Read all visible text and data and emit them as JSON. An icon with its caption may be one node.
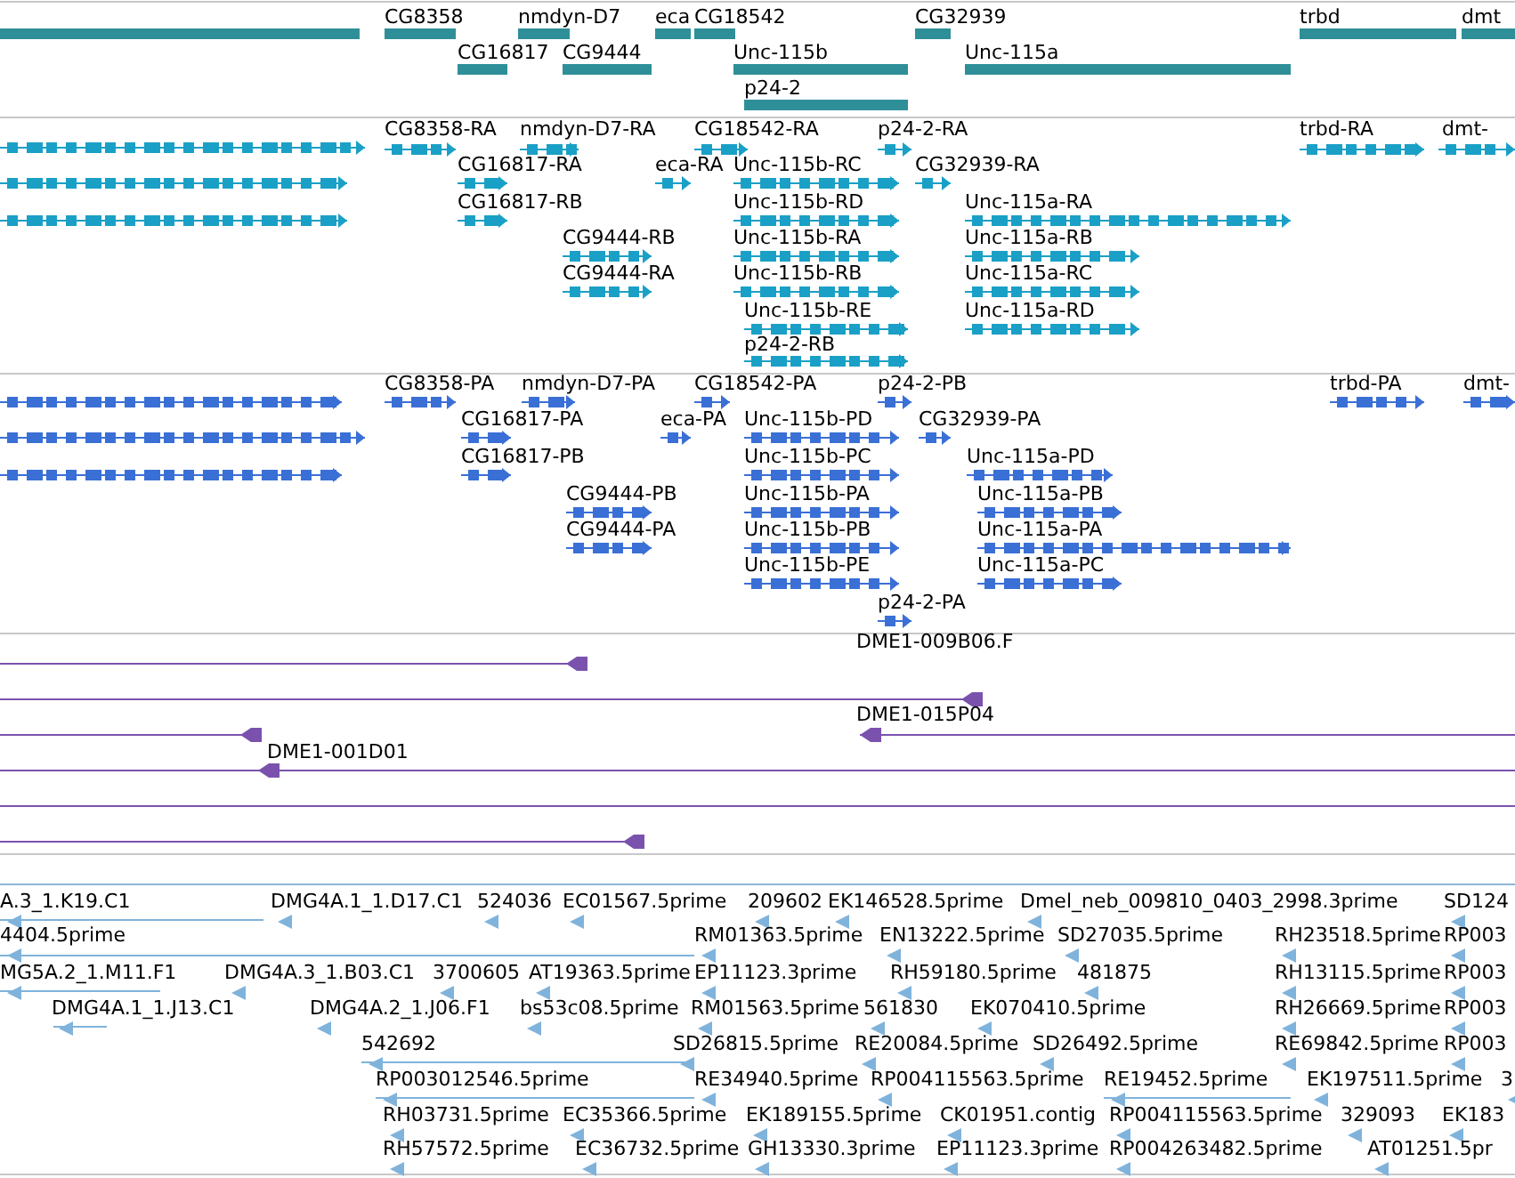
{
  "diagram": {
    "labels": [
      "CG8358",
      "nmdyn-D7",
      "eca",
      "CG18542",
      "CG32939",
      "trbd",
      "dmt",
      "CG16817",
      "CG9444",
      "Unc-115b",
      "Unc-115a",
      "p24-2",
      "CG8358-RA",
      "nmdyn-D7-RA",
      "CG18542-RA",
      "p24-2-RA",
      "trbd-RA",
      "dmt-",
      "CG16817-RA",
      "eca-RA",
      "Unc-115b-RC",
      "CG32939-RA",
      "CG16817-RB",
      "Unc-115b-RD",
      "Unc-115a-RA",
      "CG9444-RB",
      "Unc-115b-RA",
      "Unc-115a-RB",
      "CG9444-RA",
      "Unc-115b-RB",
      "Unc-115a-RC",
      "Unc-115b-RE",
      "Unc-115a-RD",
      "p24-2-RB",
      "CG8358-PA",
      "nmdyn-D7-PA",
      "CG18542-PA",
      "p24-2-PB",
      "trbd-PA",
      "dmt-",
      "CG16817-PA",
      "eca-PA",
      "Unc-115b-PD",
      "CG32939-PA",
      "CG16817-PB",
      "Unc-115b-PC",
      "Unc-115a-PD",
      "CG9444-PB",
      "Unc-115b-PA",
      "Unc-115a-PB",
      "CG9444-PA",
      "Unc-115b-PB",
      "Unc-115a-PA",
      "Unc-115b-PE",
      "Unc-115a-PC",
      "p24-2-PA",
      "DME1-009B06.F",
      "DME1-015P04",
      "DME1-001D01",
      "A.3_1.K19.C1",
      "DMG4A.1_1.D17.C1",
      "524036",
      "EC01567.5prime",
      "209602",
      "EK146528.5prime",
      "Dmel_neb_009810_0403_2998.3prime",
      "SD124",
      "4404.5prime",
      "RM01363.5prime",
      "EN13222.5prime",
      "SD27035.5prime",
      "RH23518.5prime",
      "RP003",
      "MG5A.2_1.M11.F1",
      "DMG4A.3_1.B03.C1",
      "3700605",
      "AT19363.5prime",
      "EP11123.3prime",
      "RH59180.5prime",
      "481875",
      "RH13115.5prime",
      "RP003",
      "DMG4A.1_1.J13.C1",
      "DMG4A.2_1.J06.F1",
      "bs53c08.5prime",
      "RM01563.5prime",
      "561830",
      "EK070410.5prime",
      "RH26669.5prime",
      "RP003",
      "542692",
      "SD26815.5prime",
      "RE20084.5prime",
      "SD26492.5prime",
      "RE69842.5prime",
      "RP003",
      "RP003012546.5prime",
      "RE34940.5prime",
      "RP004115563.5prime",
      "RE19452.5prime",
      "EK197511.5prime",
      "3",
      "RH03731.5prime",
      "EC35366.5prime",
      "EK189155.5prime",
      "CK01951.contig",
      "RP004115563.5prime",
      "329093",
      "EK183",
      "RH57572.5prime",
      "EC36732.5prime",
      "GH13330.3prime",
      "EP11123.3prime",
      "RP004263482.5prime",
      "AT01251.5pr"
    ]
  }
}
